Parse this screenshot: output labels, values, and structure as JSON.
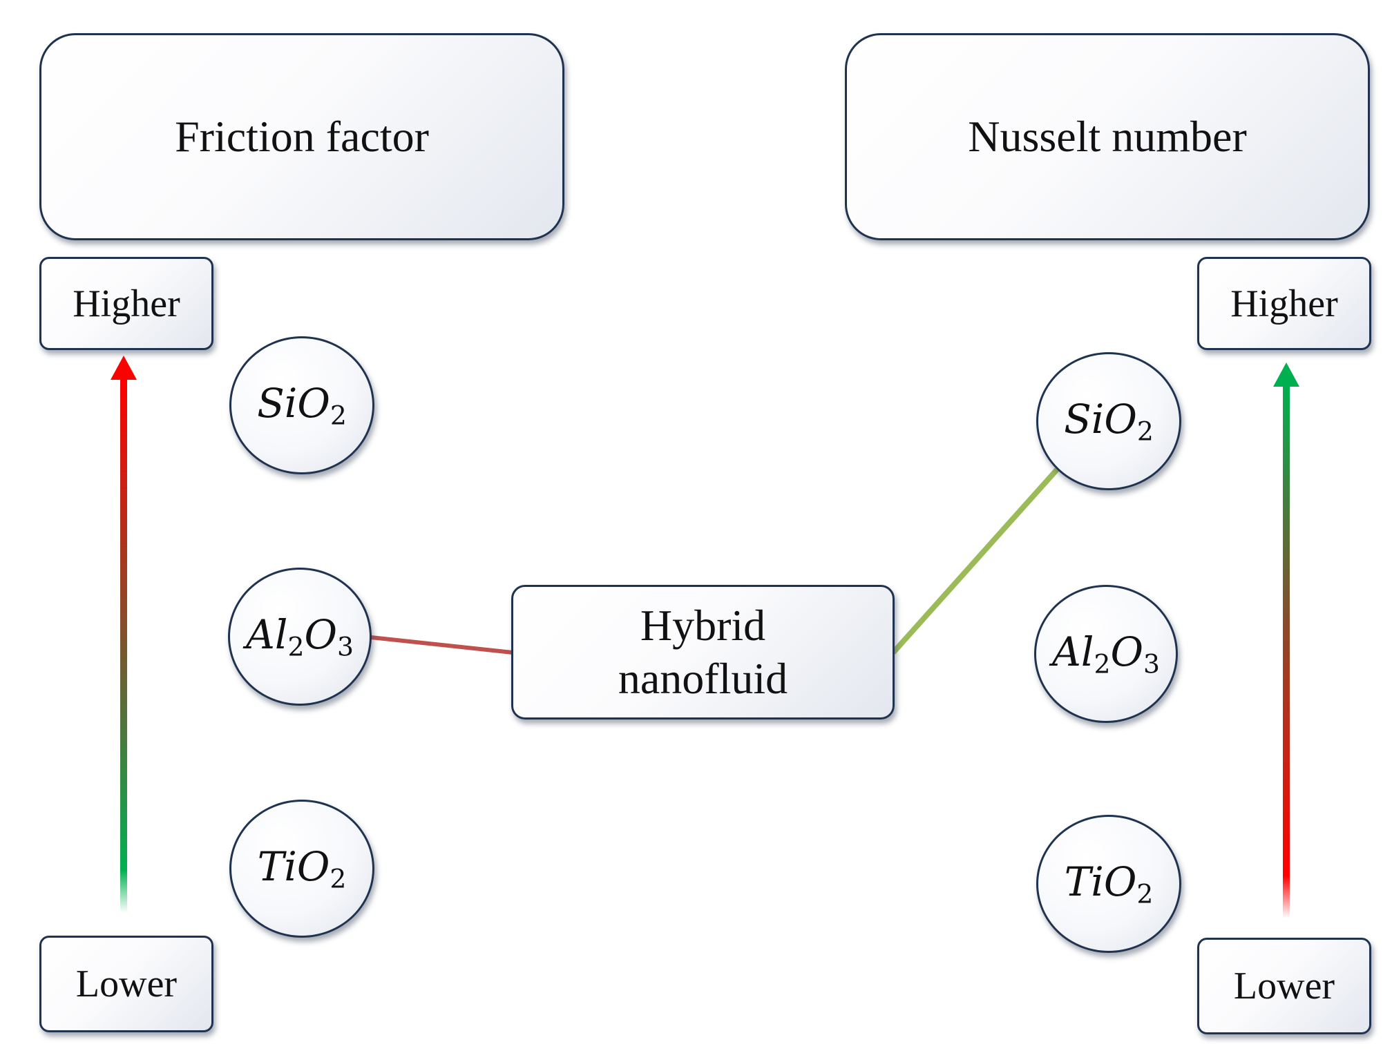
{
  "left": {
    "title": "Friction factor",
    "higher": "Higher",
    "lower": "Lower",
    "compounds": [
      {
        "base": "SiO",
        "sub1": "",
        "mid": "",
        "sub2": "2"
      },
      {
        "base": "Al",
        "sub1": "2",
        "mid": "O",
        "sub2": "3"
      },
      {
        "base": "TiO",
        "sub1": "",
        "mid": "",
        "sub2": "2"
      }
    ]
  },
  "right": {
    "title": "Nusselt number",
    "higher": "Higher",
    "lower": "Lower",
    "compounds": [
      {
        "base": "SiO",
        "sub1": "",
        "mid": "",
        "sub2": "2"
      },
      {
        "base": "Al",
        "sub1": "2",
        "mid": "O",
        "sub2": "3"
      },
      {
        "base": "TiO",
        "sub1": "",
        "mid": "",
        "sub2": "2"
      }
    ]
  },
  "center": {
    "line1": "Hybrid",
    "line2": "nanofluid"
  },
  "colors": {
    "left_arrow_top": "#ff0000",
    "left_arrow_bottom": "#00b050",
    "right_arrow_top": "#00b050",
    "right_arrow_bottom": "#ff0000",
    "link_to_left": "#c0504d",
    "link_to_right": "#9bbb59",
    "border": "#1f3350"
  }
}
